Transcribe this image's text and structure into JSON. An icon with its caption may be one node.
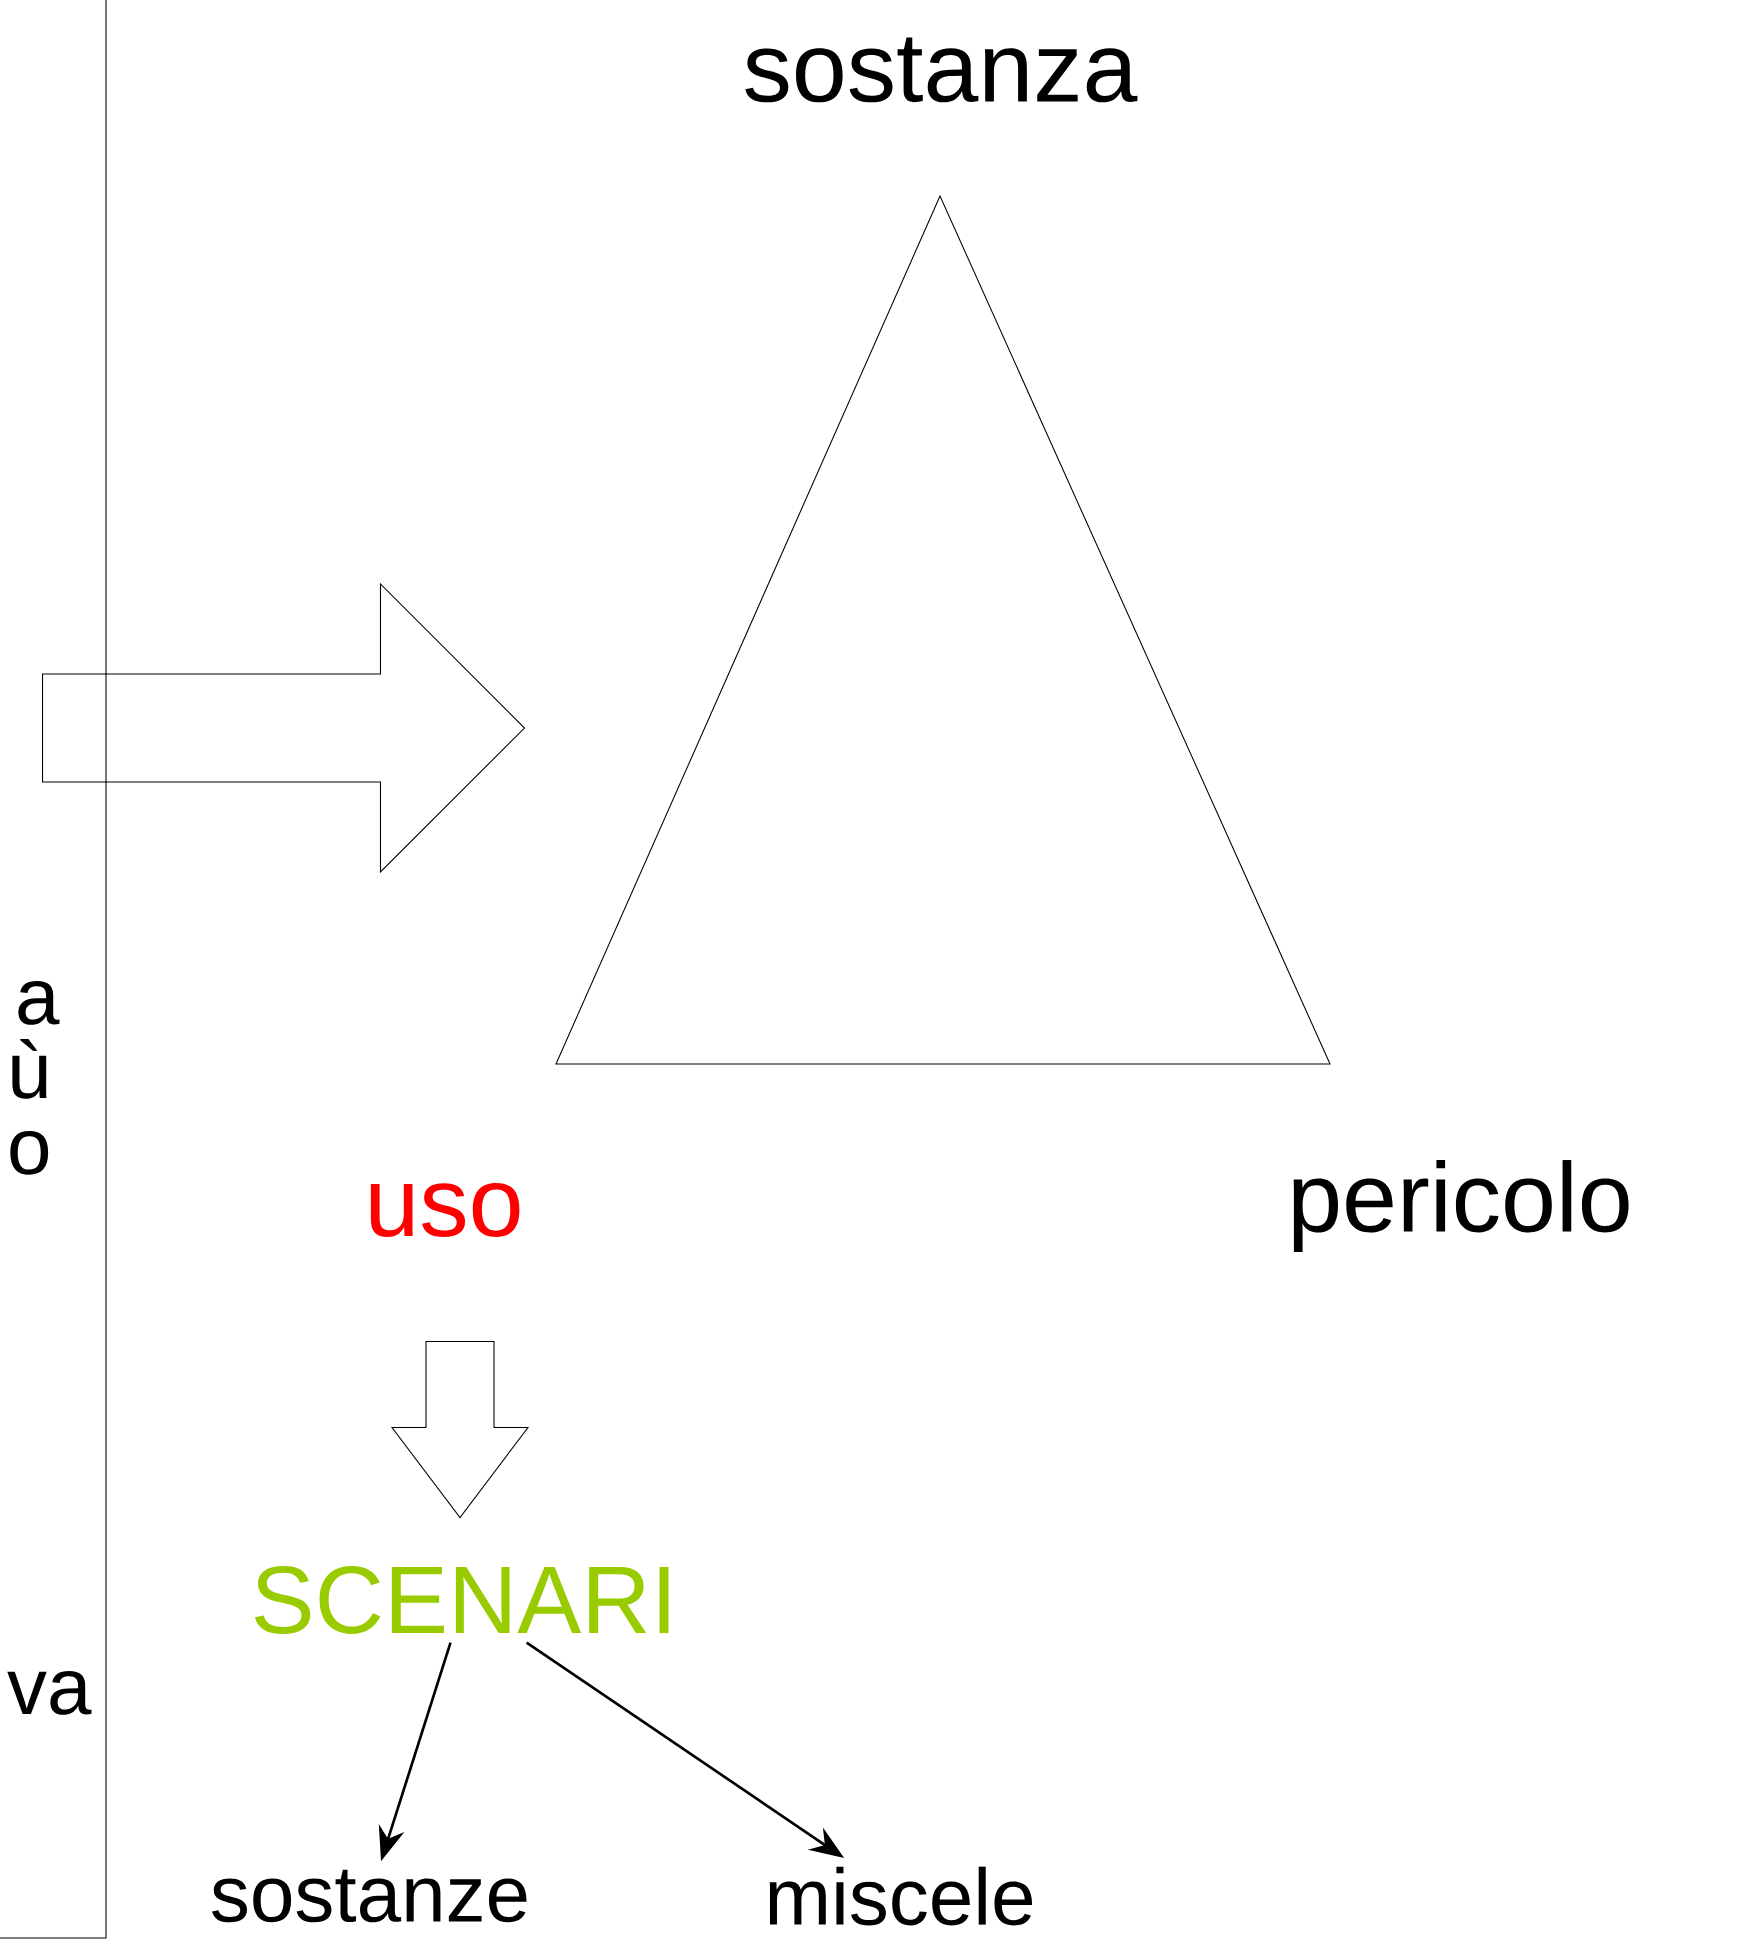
{
  "diagram": {
    "nodes": [
      {
        "text": [
          "a",
          "ù",
          "o",
          "va"
        ]
      },
      {
        "text": [],
        "shape": "triangle"
      },
      {
        "text": [
          "sostanza"
        ]
      },
      {
        "text": [
          "uso"
        ]
      },
      {
        "text": [
          "pericolo"
        ]
      },
      {
        "text": [
          "SCENARI"
        ]
      },
      {
        "text": [
          "sostanze"
        ]
      },
      {
        "text": [
          "miscele"
        ]
      }
    ],
    "edges": [
      {
        "from": 0,
        "to": 1,
        "arrow": "to",
        "style": "thick"
      },
      {
        "from": 3,
        "to": 5,
        "arrow": "to",
        "style": "thick"
      },
      {
        "from": 5,
        "to": 6,
        "arrow": "to"
      },
      {
        "from": 5,
        "to": 7,
        "arrow": "to"
      }
    ]
  }
}
